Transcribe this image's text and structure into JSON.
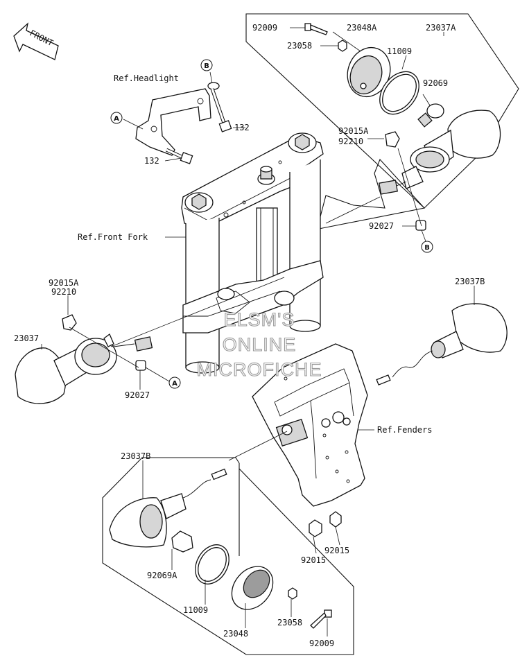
{
  "front_arrow": {
    "label": "FRONT"
  },
  "refs": {
    "headlight": "Ref.Headlight",
    "front_fork": "Ref.Front Fork",
    "fenders": "Ref.Fenders"
  },
  "callouts": {
    "a": "A",
    "b": "B"
  },
  "watermark": {
    "line1": "ELSM'S",
    "line2": "ONLINE",
    "line3": "MICROFICHE"
  },
  "parts": {
    "p132_upper": "132",
    "p132_lower": "132",
    "p92009_top": "92009",
    "p23048A": "23048A",
    "p23037A": "23037A",
    "p23058_top": "23058",
    "p11009_top": "11009",
    "p92069": "92069",
    "p92015A_right": "92015A",
    "p92210_right": "92210",
    "p92027_right": "92027",
    "p92015A_left": "92015A",
    "p92210_left": "92210",
    "p23037_left": "23037",
    "p92027_left": "92027",
    "p23037B_right": "23037B",
    "p23037B_bottom": "23037B",
    "p92069A": "92069A",
    "p11009_bottom": "11009",
    "p23048": "23048",
    "p23058_bottom": "23058",
    "p92009_bottom": "92009",
    "p92015_a": "92015",
    "p92015_b": "92015"
  }
}
